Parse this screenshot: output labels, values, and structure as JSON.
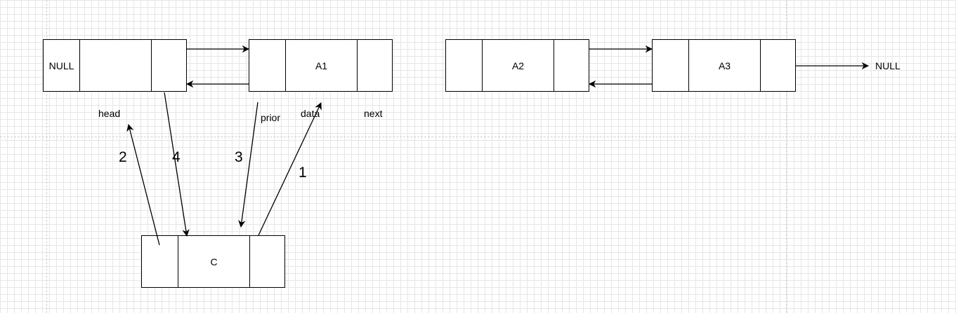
{
  "head_node": {
    "prev_text": "NULL",
    "data_text": "",
    "next_text": ""
  },
  "node_a1": {
    "data_text": "A1"
  },
  "node_a2": {
    "data_text": "A2"
  },
  "node_a3": {
    "data_text": "A3"
  },
  "node_c": {
    "data_text": "C"
  },
  "tail_null": "NULL",
  "labels": {
    "head": "head",
    "prior": "prior",
    "data": "data",
    "next": "next"
  },
  "steps": {
    "s1": "1",
    "s2": "2",
    "s3": "3",
    "s4": "4"
  }
}
